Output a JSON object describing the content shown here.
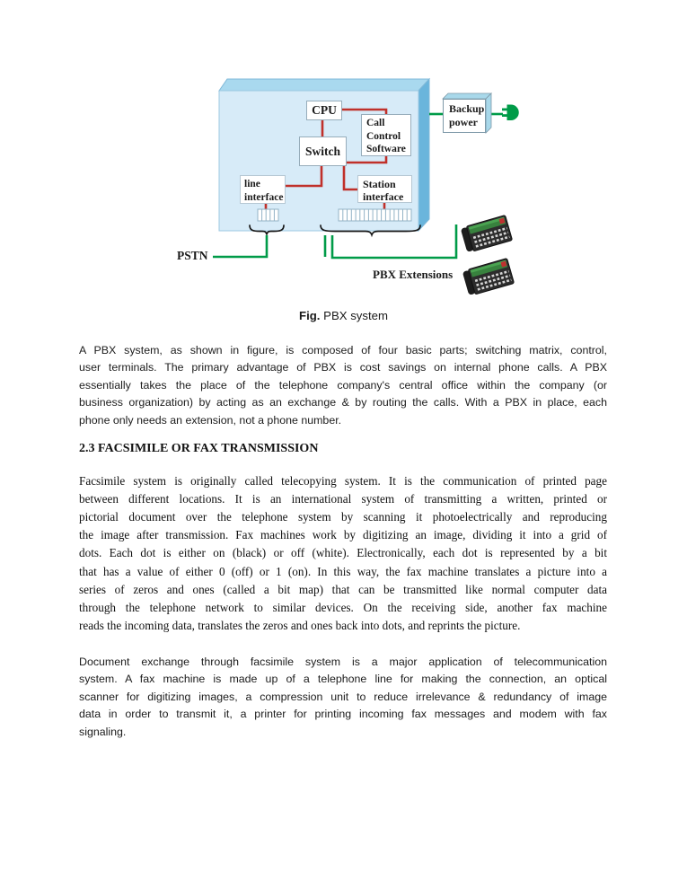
{
  "diagram": {
    "colors": {
      "box_front": "#d7ebf8",
      "box_top": "#a9d9ef",
      "box_side": "#6ab5dc",
      "wire_red": "#c0302a",
      "wire_green": "#009b48",
      "backup_3d": "#a8d8ea",
      "phone_body": "#2c2c2c",
      "phone_green": "#38823e"
    },
    "labels": {
      "cpu": "CPU",
      "switch": "Switch",
      "call_control": [
        "Call",
        "Control",
        "Software"
      ],
      "line_interface": [
        "line",
        "interface"
      ],
      "station_interface": [
        "Station",
        "interface"
      ],
      "backup_power": [
        "Backup",
        "power"
      ],
      "pstn": "PSTN",
      "pbx_extensions": "PBX Extensions"
    },
    "caption": {
      "prefix": "Fig.",
      "rest": " PBX system"
    }
  },
  "content": {
    "para1": {
      "lines": [
        "A PBX system, as shown in figure, is composed of four basic parts; switching matrix, control,",
        "user terminals. The primary advantage of PBX is cost savings on internal phone calls. A PBX",
        "essentially takes the place of the telephone company's central office within the company (or",
        "business organization) by acting as an exchange & by routing the calls. With a PBX in place, each",
        "phone only needs an extension, not a phone number."
      ]
    },
    "heading": "2.3 FACSIMILE OR FAX TRANSMISSION",
    "para2": {
      "lines": [
        "Facsimile system is originally called telecopying system. It is the communication of printed page",
        "between different locations. It is an international system of transmitting a written, printed or",
        "pictorial document over the telephone system by scanning it photoelectrically and reproducing",
        "the image after transmission. Fax machines work by digitizing an image, dividing it into a grid of",
        "dots. Each dot is either on (black) or off (white). Electronically, each dot is represented by a bit",
        "that has a value of either 0 (off) or 1 (on). In this way, the fax machine translates a picture into a",
        "series of zeros and ones (called a bit map) that can be transmitted like normal computer data",
        "through the telephone network to similar devices. On the receiving side, another fax machine",
        "reads the incoming data, translates the zeros and ones back into dots, and reprints the picture."
      ]
    },
    "para3": {
      "lines": [
        "Document exchange through facsimile system is a major application of telecommunication",
        "system. A fax machine is made up of a telephone line for making the connection, an optical",
        "scanner for digitizing images, a compression unit to reduce irrelevance & redundancy of image",
        "data in order to transmit it, a printer for printing incoming fax messages and modem with fax",
        "signaling."
      ]
    }
  }
}
